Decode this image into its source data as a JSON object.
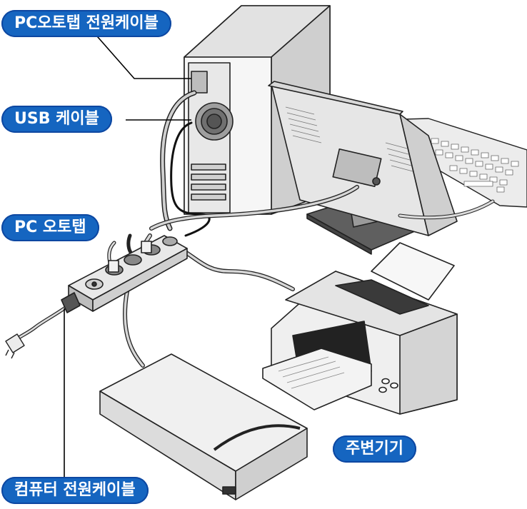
{
  "labels": {
    "pc_tap_power_cable": "PC오토탭 전원케이블",
    "usb_cable": "USB 케이블",
    "pc_tap": "PC 오토탭",
    "peripherals": "주변기기",
    "computer_power_cable": "컴퓨터 전원케이블"
  },
  "colors": {
    "label_bg": "#1565c0",
    "label_text": "#ffffff",
    "line": "#000000",
    "device_fill": "#eeeeee",
    "device_dark": "#7a7a7a"
  }
}
